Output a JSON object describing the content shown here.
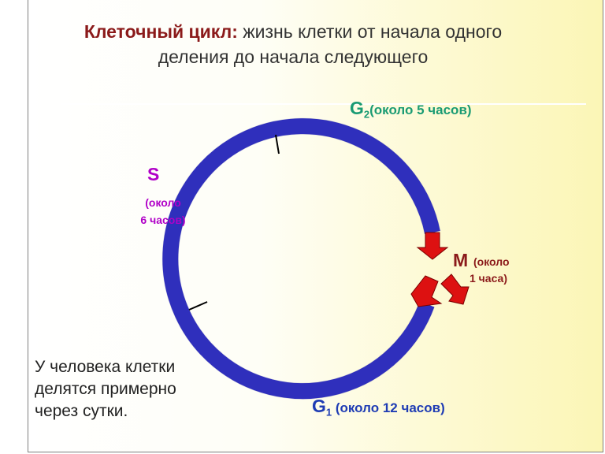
{
  "title": {
    "bold_part": "Клеточный цикл:",
    "line1_rest": " жизнь клетки от начала одного",
    "line2": "деления до начала следующего"
  },
  "phases": {
    "g2": {
      "letter": "G",
      "sub": "2",
      "text": "(около 5 часов)"
    },
    "s": {
      "letter": "S",
      "text_line1": "(около",
      "text_line2": "6 часов)"
    },
    "m": {
      "letter": "M",
      "text_line1": "(около",
      "text_line2": "1 часа)"
    },
    "g1": {
      "letter": "G",
      "sub": "1",
      "text": " (около 12 часов)"
    }
  },
  "note": {
    "line1": "У человека клетки",
    "line2": "делятся примерно",
    "line3": "через сутки."
  },
  "colors": {
    "ring": "#3333cc",
    "arrow": "#dd1111",
    "g2": "#1a9b73",
    "s": "#b000c8",
    "m": "#8b1a1a",
    "g1": "#1f3cb4"
  }
}
